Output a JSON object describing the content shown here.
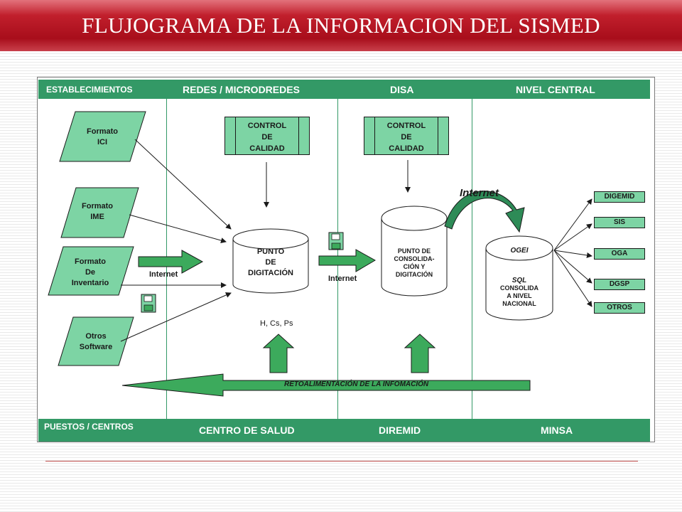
{
  "title": "FLUJOGRAMA DE LA INFORMACION DEL SISMED",
  "lanes_top": [
    "ESTABLECIMIENTOS",
    "REDES / MICRODREDES",
    "DISA",
    "NIVEL CENTRAL"
  ],
  "lanes_bottom": [
    "PUESTOS  / CENTROS",
    "CENTRO DE SALUD",
    "DIREMID",
    "MINSA"
  ],
  "sources": [
    {
      "line1": "Formato",
      "line2": "ICI",
      "line3": ""
    },
    {
      "line1": "Formato",
      "line2": "IME",
      "line3": ""
    },
    {
      "line1": "Formato",
      "line2": "De",
      "line3": "Inventario"
    },
    {
      "line1": "Otros",
      "line2": "Software",
      "line3": ""
    }
  ],
  "quality_control": {
    "line1": "CONTROL",
    "line2": "DE",
    "line3": "CALIDAD"
  },
  "punto_digitacion": {
    "line1": "PUNTO",
    "line2": "DE",
    "line3": "DIGITACIÓN"
  },
  "punto_consolidacion": {
    "line1": "PUNTO DE",
    "line2": "CONSOLIDA-",
    "line3": "CIÓN Y",
    "line4": "DIGITACIÓN"
  },
  "ogei": {
    "header": "OGEI",
    "line1": "SQL",
    "line2": "CONSOLIDA",
    "line3": "A NIVEL",
    "line4": "NACIONAL"
  },
  "internet_label": "Internet",
  "internet_big_label": "Internet",
  "hcsps_label": "H, Cs, Ps",
  "feedback_label": "RETOALIMENTACIÓN  DE LA INFOMACIÓN",
  "destinations": [
    "DIGEMID",
    "SIS",
    "OGA",
    "DGSP",
    "OTROS"
  ],
  "icons": [
    "floppy-disk-icon",
    "floppy-disk-icon"
  ],
  "colors": {
    "title_red": "#b01522",
    "band_green": "#339966",
    "shape_green": "#7dd4a4",
    "arrow_green": "#3caa5c",
    "curve_green": "#2e8b57"
  }
}
